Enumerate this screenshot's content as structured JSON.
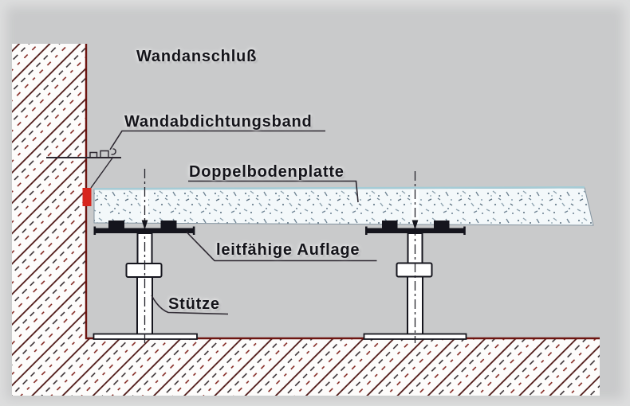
{
  "title": "Wandanschluß",
  "labels": {
    "wandanschluss": "Wandanschluß",
    "wandabdichtungsband": "Wandabdichtungsband",
    "doppelbodenplatte": "Doppelbodenplatte",
    "leitfaehige_auflage": "leitfähige Auflage",
    "stuetze": "Stütze"
  },
  "colors": {
    "background": "#c9cacb",
    "hatch_red": "#4a1210",
    "hatch_dark": "#2e2428",
    "slab_edge_red": "#6d1511",
    "line_dark": "#2c2730",
    "sealing_tape_red": "#d7261d",
    "panel_fill": "#f3f8fa",
    "panel_top_edge": "#a5ccd6",
    "component_black": "#15151d",
    "component_white": "#ffffff"
  }
}
